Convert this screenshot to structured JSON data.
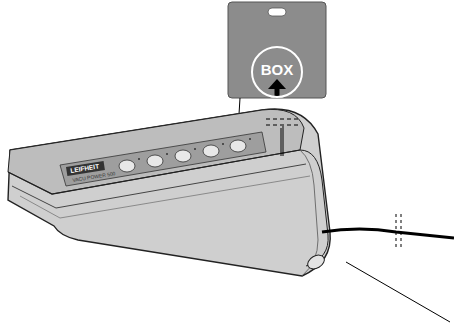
{
  "diagram": {
    "nodes": [
      {
        "text": [
          "BOX"
        ]
      }
    ],
    "labels": [
      "LEIFHEIT",
      "VACU POWER 500"
    ]
  }
}
